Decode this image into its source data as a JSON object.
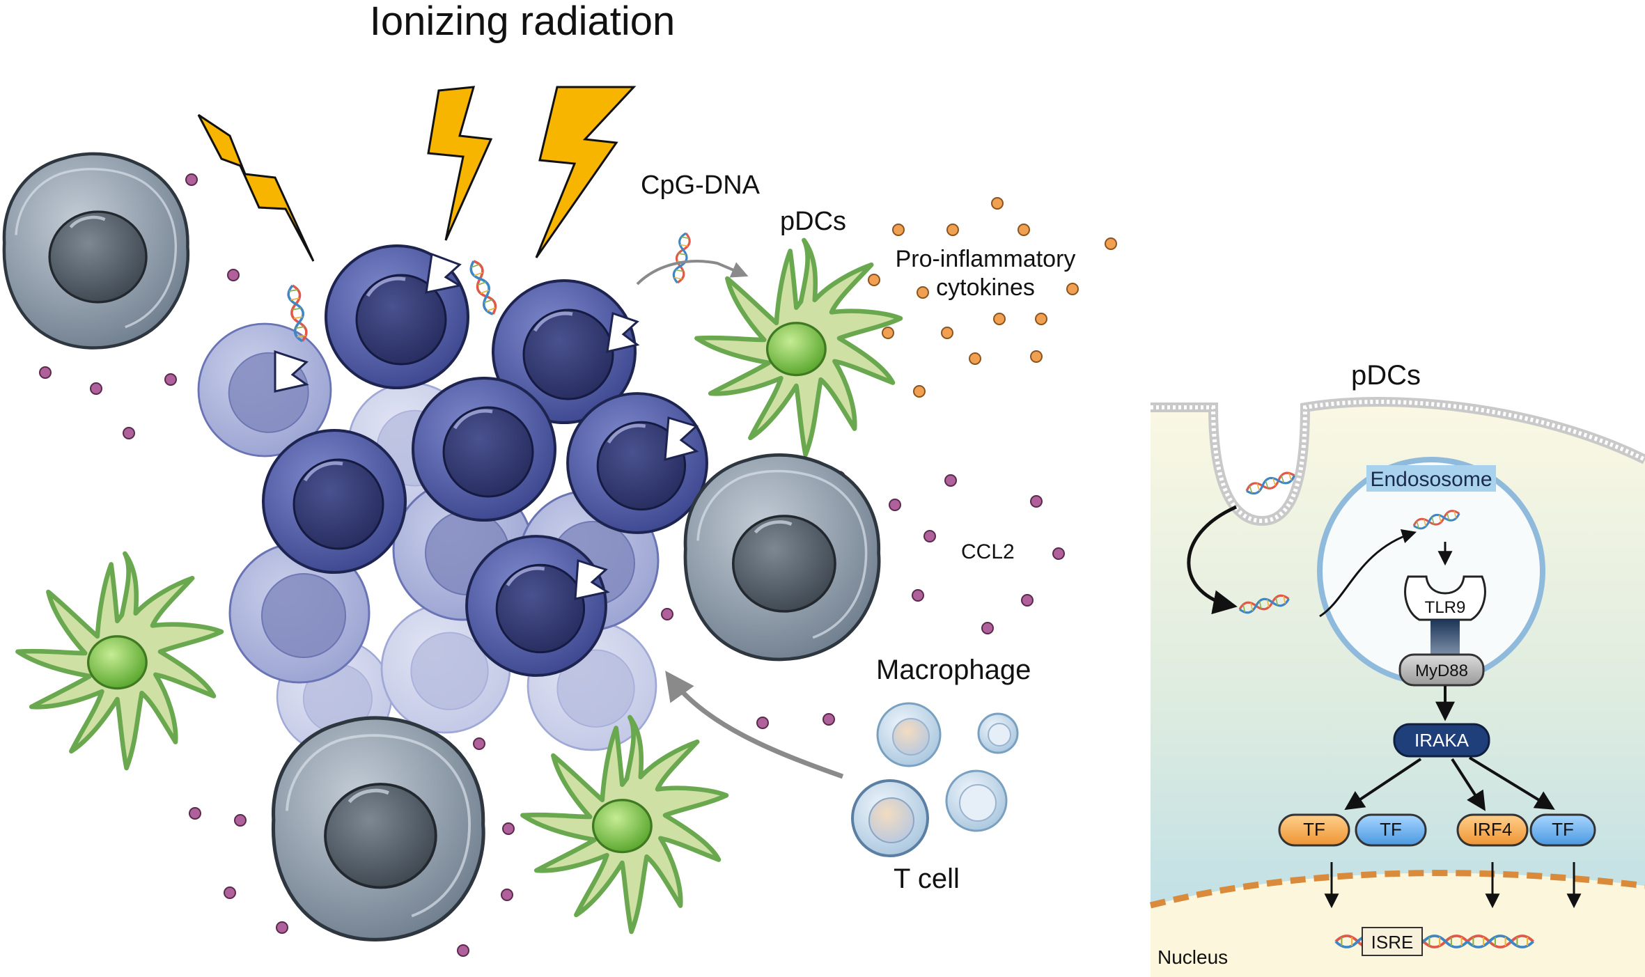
{
  "title": "Ionizing radiation",
  "labels": {
    "cpg_dna": "CpG-DNA",
    "pdcs_top": "pDCs",
    "pro_inflammatory_line1": "Pro-inflammatory",
    "pro_inflammatory_line2": "cytokines",
    "ccl2": "CCL2",
    "macrophage": "Macrophage",
    "t_cell": "T cell"
  },
  "inset": {
    "title": "pDCs",
    "endosome": "Endososome",
    "tlr9": "TLR9",
    "myd88": "MyD88",
    "iraka": "IRAKA",
    "tf_orange_left": "TF",
    "tf_blue_left": "TF",
    "irf4": "IRF4",
    "tf_blue_right": "TF",
    "nucleus": "Nucleus",
    "isre": "ISRE"
  },
  "colors": {
    "tumor_cell": "#4e5aa8",
    "tumor_nucleus": "#2f3670",
    "lightning": "#f7b500",
    "pdc_body": "#c9dc9a",
    "pdc_nucleus": "#6fbf3c",
    "macrophage": "#8c9aa8",
    "macrophage_nucleus": "#4a5560",
    "cytokine_dot": "#f0a050",
    "ccl2_dot": "#b0609a",
    "iraka": "#1f3f7a",
    "tf_orange": "#f5a64a",
    "tf_blue": "#5fa8e8",
    "nuclear_membrane": "#d98a3a"
  }
}
